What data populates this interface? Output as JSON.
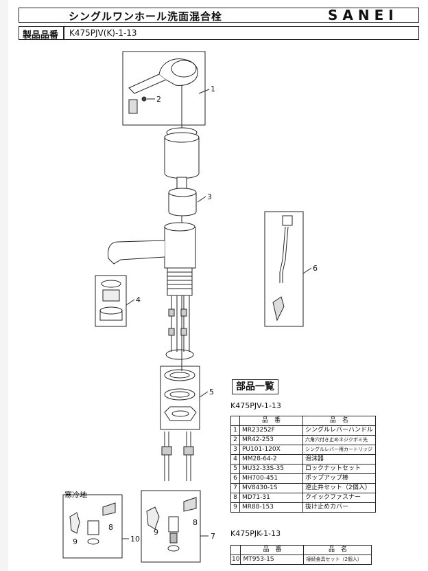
{
  "header": {
    "title": "シングルワンホール洗面混合栓",
    "brand": "SANEI",
    "product_label": "製品品番",
    "product_code": "K475PJV(K)-1-13"
  },
  "diagram": {
    "callouts": [
      "1",
      "2",
      "3",
      "4",
      "5",
      "6",
      "7",
      "8",
      "9",
      "10",
      "8",
      "9"
    ],
    "cold_region_label": "寒冷地"
  },
  "parts_list": {
    "title": "部品一覧",
    "groups": [
      {
        "model": "K475PJV-1-13",
        "headers": [
          "品　番",
          "品　名"
        ],
        "rows": [
          {
            "no": "1",
            "code": "MR23252F",
            "name": "シングルレバーハンドル"
          },
          {
            "no": "2",
            "code": "MR42-253",
            "name": "六角穴付き止めネジクボミ先"
          },
          {
            "no": "3",
            "code": "PU101-120X",
            "name": "シングルレバー用カートリッジ"
          },
          {
            "no": "4",
            "code": "MM28-64-2",
            "name": "泡沫器"
          },
          {
            "no": "5",
            "code": "MU32-33S-35",
            "name": "ロックナットセット"
          },
          {
            "no": "6",
            "code": "MH700-451",
            "name": "ポップアップ棒"
          },
          {
            "no": "7",
            "code": "MV8430-1S",
            "name": "逆止弁セット（2個入）"
          },
          {
            "no": "8",
            "code": "MD71-31",
            "name": "クイックファスナー"
          },
          {
            "no": "9",
            "code": "MR88-153",
            "name": "抜け止めカバー"
          }
        ]
      },
      {
        "model": "K475PJK-1-13",
        "headers": [
          "品　番",
          "品　名"
        ],
        "rows": [
          {
            "no": "10",
            "code": "MT953-1S",
            "name": "接続金具セット（2個入）"
          }
        ]
      }
    ]
  }
}
